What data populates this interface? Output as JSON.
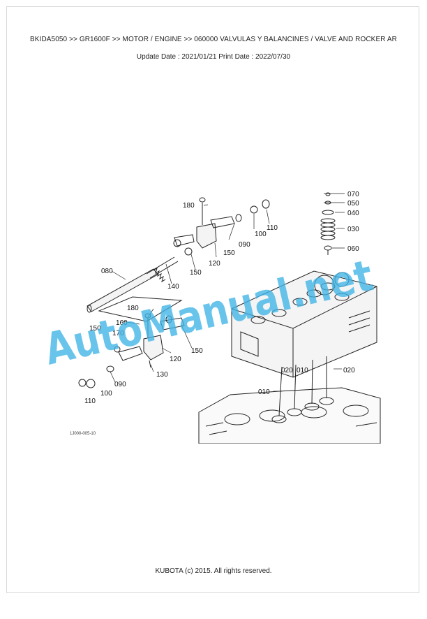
{
  "header": {
    "breadcrumb": "BKIDA5050 >> GR1600F >> MOTOR / ENGINE >> 060000   VALVULAS Y BALANCINES / VALVE AND ROCKER AR",
    "dates": "Update Date : 2021/01/21   Print Date : 2022/07/30"
  },
  "diagram": {
    "labels": {
      "p180a": "180",
      "p110a": "110",
      "p090a": "090",
      "p100a": "100",
      "p150a": "150",
      "p120a": "120",
      "p150b": "150",
      "p080": "080",
      "p140": "140",
      "p180b": "180",
      "p160": "160",
      "p170": "170",
      "p150c": "150",
      "p150d": "150",
      "p120b": "120",
      "p130": "130",
      "p090b": "090",
      "p100b": "100",
      "p110b": "110",
      "p070": "070",
      "p050": "050",
      "p040": "040",
      "p030": "030",
      "p060": "060",
      "p020a": "020",
      "p020b": "020",
      "p010a": "010",
      "p010b": "010"
    },
    "figure_code": "1J000-005-10"
  },
  "watermark": {
    "text": "AutoManual.net",
    "color": "#3fb4e6"
  },
  "footer": {
    "copyright": "KUBOTA (c) 2015. All rights reserved."
  }
}
